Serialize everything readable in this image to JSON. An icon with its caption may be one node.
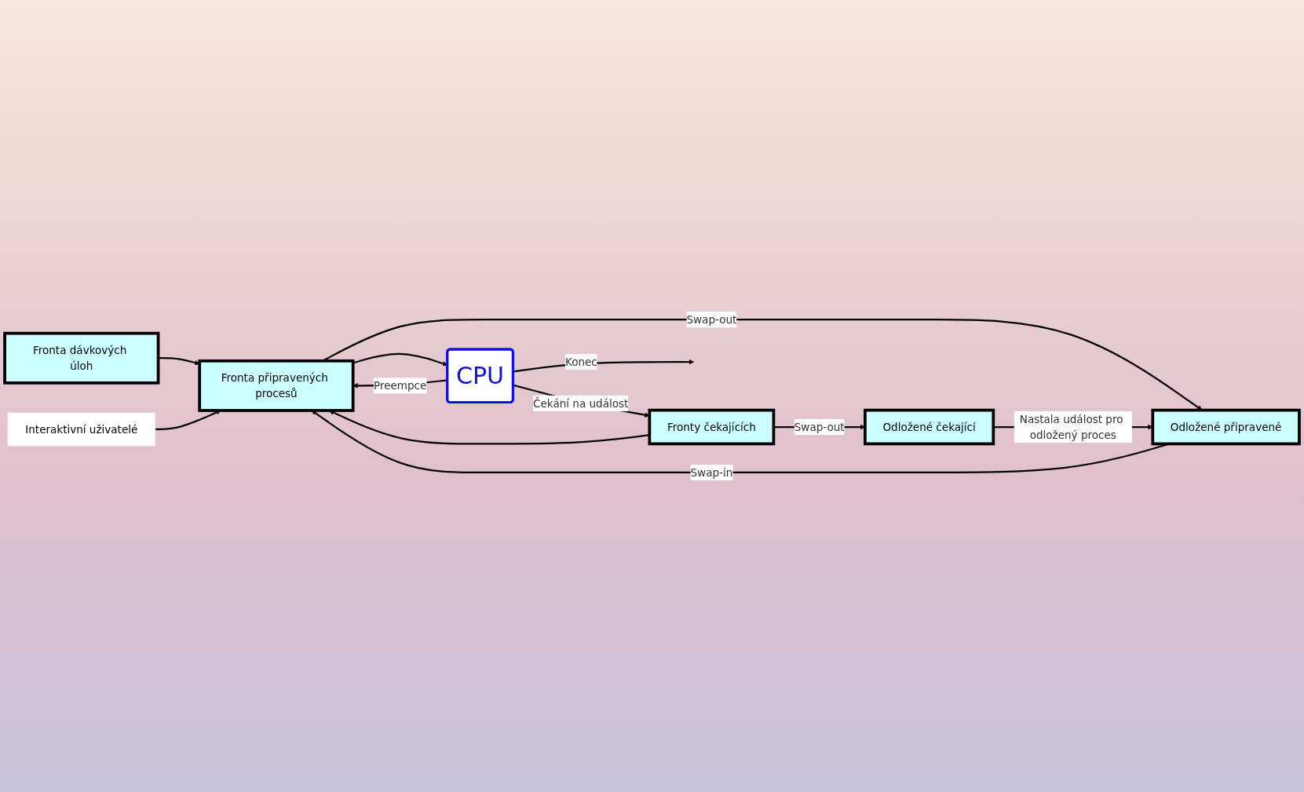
{
  "diagram": {
    "nodes": [
      {
        "text": [
          "Fronta dávkových úloh"
        ]
      },
      {
        "text": [
          "Fronta připravených procesů"
        ]
      },
      {
        "text": [
          "CPU"
        ]
      },
      {
        "text": [
          "Odložené připravené"
        ]
      },
      {
        "text": [
          "Odložené čekající"
        ]
      },
      {
        "text": [
          "Fronty čekajících"
        ]
      },
      {
        "text": [
          "Interaktivní uživatelé"
        ]
      }
    ],
    "edges": [
      {
        "from": 0,
        "to": 1,
        "arrow": "to"
      },
      {
        "from": 6,
        "to": 1,
        "arrow": "to"
      },
      {
        "from": 2,
        "to": 1,
        "arrow": "to",
        "label": "Preempce"
      },
      {
        "from": 1,
        "to": 2,
        "arrow": "to"
      },
      {
        "from": 2,
        "to": null,
        "arrow": "to",
        "label": "Konec"
      },
      {
        "from": 1,
        "to": 3,
        "arrow": "to",
        "label": "Swap-out"
      },
      {
        "from": 3,
        "to": 1,
        "arrow": "to",
        "label": "Swap-in"
      },
      {
        "from": 4,
        "to": 3,
        "arrow": "to",
        "label": "Nastala událost pro odložený proces"
      },
      {
        "from": 5,
        "to": 4,
        "arrow": "to",
        "label": "Swap-out"
      },
      {
        "from": 2,
        "to": 5,
        "arrow": "to",
        "label": "Čekání na událost"
      },
      {
        "from": 5,
        "to": 1,
        "arrow": "to"
      }
    ]
  }
}
